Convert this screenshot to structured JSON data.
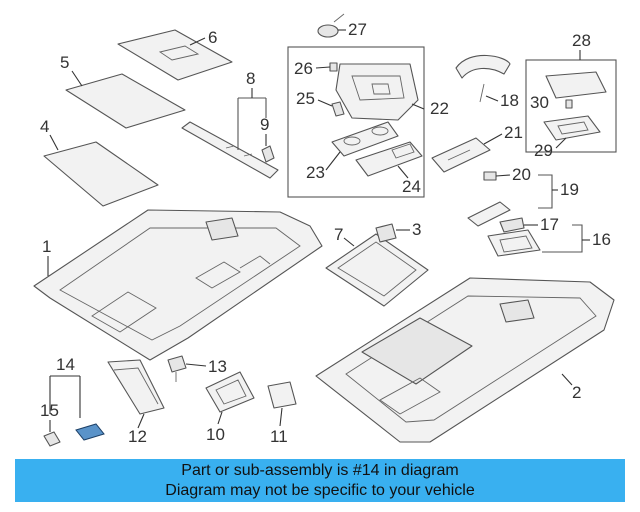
{
  "callouts": {
    "c1": "1",
    "c2": "2",
    "c3": "3",
    "c4": "4",
    "c5": "5",
    "c6": "6",
    "c7": "7",
    "c8": "8",
    "c9": "9",
    "c10": "10",
    "c11": "11",
    "c12": "12",
    "c13": "13",
    "c14": "14",
    "c15": "15",
    "c16": "16",
    "c17": "17",
    "c18": "18",
    "c19": "19",
    "c20": "20",
    "c21": "21",
    "c22": "22",
    "c23": "23",
    "c24": "24",
    "c25": "25",
    "c26": "26",
    "c27": "27",
    "c28": "28",
    "c29": "29",
    "c30": "30"
  },
  "highlighted_part": "14",
  "highlight_color": "#5a93c9",
  "banner": {
    "line1": "Part or sub-assembly is #14 in diagram",
    "line2": "Diagram may not be specific to your vehicle",
    "background": "#39b0f0"
  }
}
